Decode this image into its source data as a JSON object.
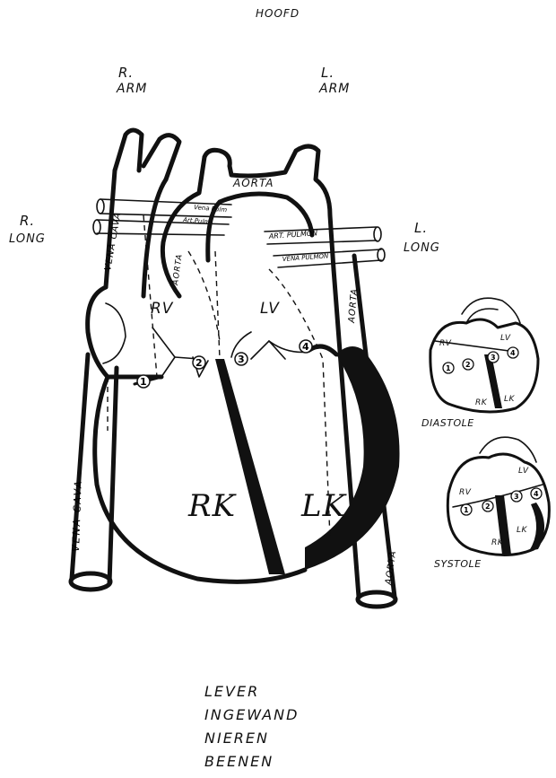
{
  "labels": {
    "top": "HOOFD",
    "r_arm_1": "R.",
    "r_arm_2": "ARM",
    "l_arm_1": "L.",
    "l_arm_2": "ARM",
    "r_long_1": "R.",
    "r_long_2": "LONG",
    "l_long_1": "L.",
    "l_long_2": "LONG",
    "aorta_top": "AORTA",
    "aorta_left": "AORTA",
    "aorta_right_upper": "AORTA",
    "aorta_right_lower": "AORTA",
    "vena_cava_upper": "VENA CAVA",
    "vena_cava_lower": "VENA CAVA",
    "vena_pulm_left": "Vena Pulm",
    "art_pulm_left": "Art.Pulm",
    "art_pulmon_right": "ART. PULMON",
    "vena_pulmon_right": "VENA PULMON",
    "rv": "RV",
    "lv": "LV",
    "rk": "RK",
    "lk": "LK",
    "valve_1": "1",
    "valve_2": "2",
    "valve_3": "3",
    "valve_4": "4"
  },
  "insets": {
    "diastole": {
      "caption": "DIASTOLE",
      "rv": "RV",
      "lv": "LV",
      "rk": "RK",
      "lk": "LK",
      "n1": "1",
      "n2": "2",
      "n3": "3",
      "n4": "4"
    },
    "systole": {
      "caption": "SYSTOLE",
      "rv": "RV",
      "lv": "LV",
      "rk": "RK",
      "lk": "LK",
      "n1": "1",
      "n2": "2",
      "n3": "3",
      "n4": "4"
    }
  },
  "bottom_list": [
    "LEVER",
    "INGEWAND",
    "NIEREN",
    "BEENEN"
  ]
}
